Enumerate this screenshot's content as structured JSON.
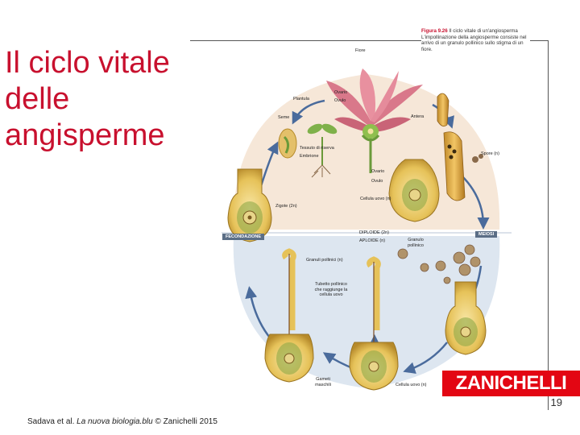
{
  "slide": {
    "title": "Il ciclo vitale delle angisperme",
    "page_number": "19",
    "brand": "ZANICHELLI",
    "credit": {
      "authors": "Sadava et al.",
      "book": "La nuova biologia.blu",
      "publisher": "© Zanichelli 2015"
    }
  },
  "figure": {
    "caption_num": "Figura 9.26",
    "caption_text": "Il ciclo vitale di un'angiosperma L'impollinazione della angiosperme consiste nel arrivo di un granulo pollinico sullo stigma di un fiore.",
    "tags": {
      "fecondazione": "FECONDAZIONE",
      "meiosi": "MEIOSI"
    },
    "labels": {
      "fiore": "Fiore",
      "ovario": "Ovario",
      "ovulo_top": "Ovulo",
      "plantula": "Plantula",
      "seme": "Seme",
      "antera": "Antera",
      "tessuto": "Tessuto di riserva",
      "embrione": "Embrione",
      "spore": "Spore (n)",
      "ovario_mid": "Ovario",
      "ovulo_mid": "Ovulo",
      "cellula_uovo_mid": "Cellula uovo (n)",
      "zigote": "Zigote (2n)",
      "diploide": "DIPLOIDE (2n)",
      "aploide": "APLOIDE (n)",
      "granulo": "Granulo pollinico",
      "granuli": "Granuli pollinici (n)",
      "tubetto": "Tubetto pollinico che raggiunge la cellula uovo",
      "gameti": "Gameti maschili",
      "cellula_uovo_bot": "Cellula uovo (n)"
    }
  }
}
